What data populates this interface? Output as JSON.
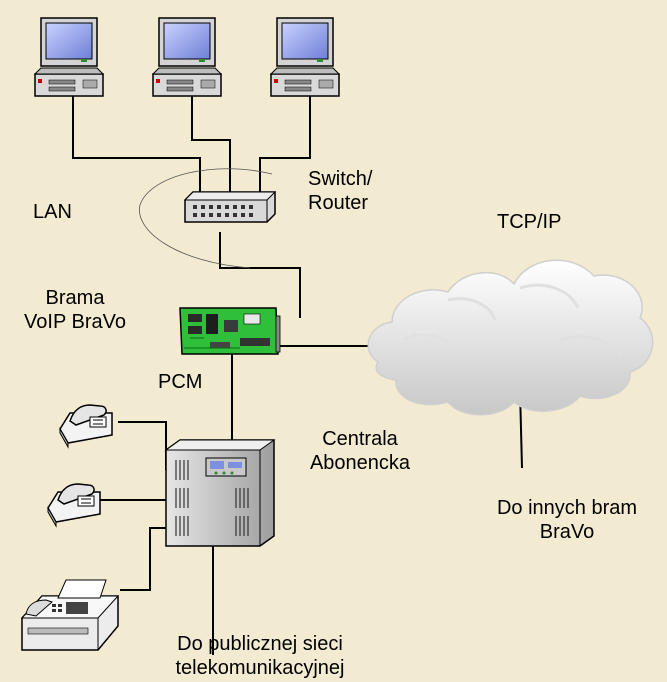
{
  "labels": {
    "lan": "LAN",
    "switch": "Switch/\nRouter",
    "tcpip": "TCP/IP",
    "gateway": "Brama\nVoIP BraVo",
    "pcm": "PCM",
    "pbx": "Centrala\nAbonencka",
    "other_gateways": "Do innych bram\nBraVo",
    "public_network": "Do publicznej sieci\ntelekomunikacyjnej"
  },
  "icons": [
    "computer-icon",
    "switch-icon",
    "voip-card-icon",
    "cloud-icon",
    "pbx-icon",
    "phone-icon",
    "fax-icon"
  ],
  "colors": {
    "background": "#f2ead1",
    "line": "#000000",
    "board": "#2fbf3a",
    "monitor_screen": "#9aa9e8"
  }
}
